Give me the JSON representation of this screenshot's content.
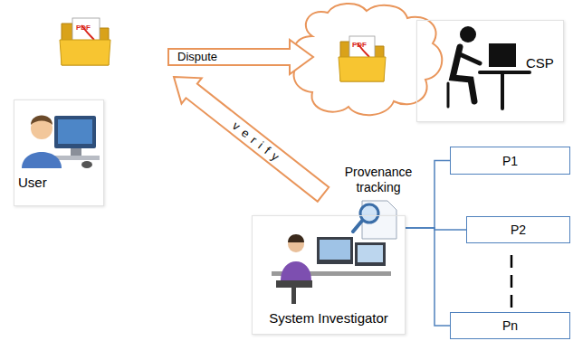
{
  "diagram": {
    "nodes": [
      {
        "text": [
          "User"
        ]
      },
      {
        "text": [
          "CSP"
        ]
      },
      {
        "text": [
          "System Investigator"
        ]
      },
      {
        "text": [
          "P1"
        ]
      },
      {
        "text": [
          "P2"
        ]
      },
      {
        "text": [
          "Pn"
        ]
      }
    ],
    "edges": [
      {
        "from": 2,
        "to": 3,
        "arrow": "none"
      },
      {
        "from": 2,
        "to": 4,
        "arrow": "none"
      },
      {
        "from": 2,
        "to": 5,
        "arrow": "none"
      }
    ],
    "labels": [
      "PDF",
      "PDF",
      "Dispute",
      "verify",
      "Provenance tracking"
    ]
  }
}
